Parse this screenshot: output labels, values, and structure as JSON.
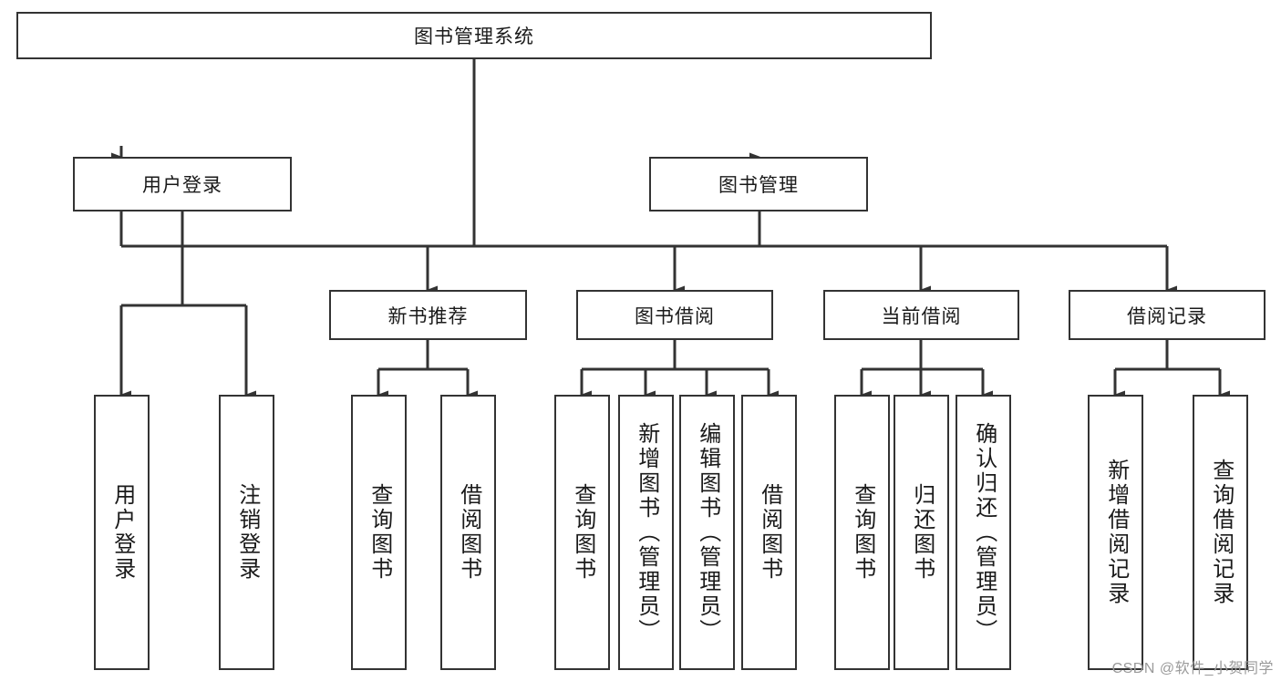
{
  "diagram": {
    "type": "tree-hierarchy",
    "title": "图书管理系统",
    "watermark": "CSDN @软件_小贺同学",
    "colors": {
      "stroke": "#333333",
      "fill": "#ffffff",
      "text": "#1a1a1a",
      "watermark": "#9a9a9a"
    },
    "root": {
      "label": "图书管理系统",
      "orientation": "horizontal"
    },
    "level1": [
      {
        "label": "用户登录",
        "orientation": "horizontal"
      },
      {
        "label": "图书管理",
        "orientation": "horizontal"
      }
    ],
    "level2": [
      {
        "label": "新书推荐",
        "orientation": "horizontal",
        "parent": "图书管理"
      },
      {
        "label": "图书借阅",
        "orientation": "horizontal",
        "parent": "图书管理"
      },
      {
        "label": "当前借阅",
        "orientation": "horizontal",
        "parent": "图书管理"
      },
      {
        "label": "借阅记录",
        "orientation": "horizontal",
        "parent": "图书管理"
      }
    ],
    "leaves": {
      "user_login": [
        {
          "label": "用户登录",
          "orientation": "vertical"
        },
        {
          "label": "注销登录",
          "orientation": "vertical"
        }
      ],
      "new_book_recommend": [
        {
          "label": "查询图书",
          "orientation": "vertical"
        },
        {
          "label": "借阅图书",
          "orientation": "vertical"
        }
      ],
      "book_borrow": [
        {
          "label": "查询图书",
          "orientation": "vertical"
        },
        {
          "label": "新增图书（管理员）",
          "orientation": "vertical"
        },
        {
          "label": "编辑图书（管理员）",
          "orientation": "vertical"
        },
        {
          "label": "借阅图书",
          "orientation": "vertical"
        }
      ],
      "current_borrow": [
        {
          "label": "查询图书",
          "orientation": "vertical"
        },
        {
          "label": "归还图书",
          "orientation": "vertical"
        },
        {
          "label": "确认归还（管理员）",
          "orientation": "vertical"
        }
      ],
      "borrow_record": [
        {
          "label": "新增借阅记录",
          "orientation": "vertical"
        },
        {
          "label": "查询借阅记录",
          "orientation": "vertical"
        }
      ]
    }
  }
}
